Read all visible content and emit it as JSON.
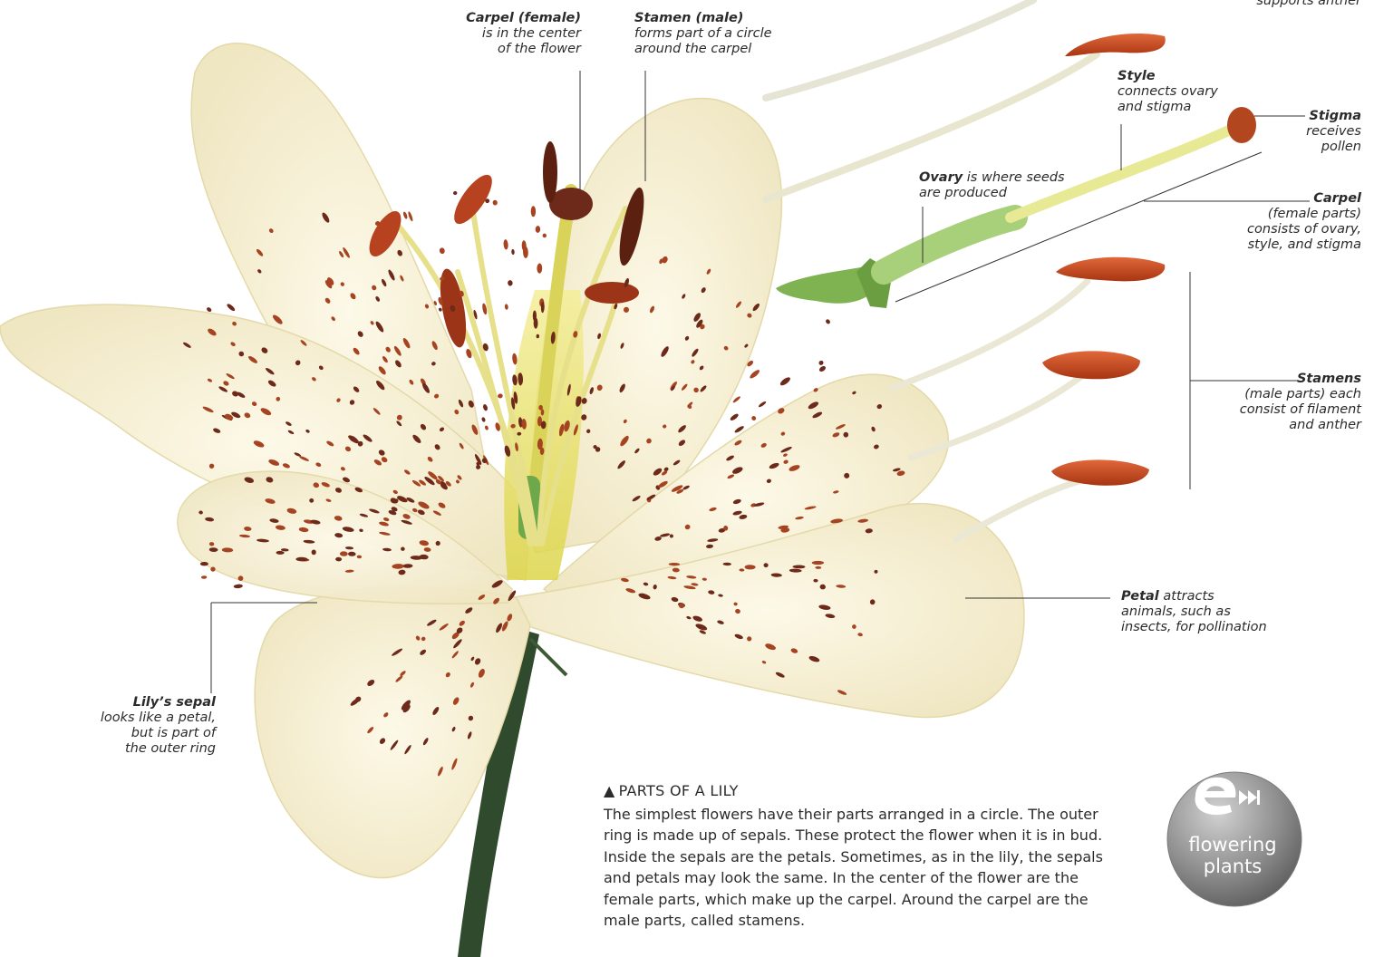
{
  "labels": {
    "supports_anther": "supports anther",
    "carpel_center": {
      "name": "Carpel (female)",
      "l1": "is in the center",
      "l2": "of the flower"
    },
    "stamen_male": {
      "name": "Stamen (male)",
      "l1": "forms part of a circle",
      "l2": "around the carpel"
    },
    "style": {
      "name": "Style",
      "l1": "connects ovary",
      "l2": "and stigma"
    },
    "stigma": {
      "name": "Stigma",
      "l1": "receives",
      "l2": "pollen"
    },
    "ovary": {
      "name": "Ovary",
      "l1": " is where seeds",
      "l2": "are produced"
    },
    "carpel_parts": {
      "name": "Carpel",
      "l1": "(female parts)",
      "l2": "consists of ovary,",
      "l3": "style, and stigma"
    },
    "stamens": {
      "name": "Stamens",
      "l1": "(male parts) each",
      "l2": "consist of filament",
      "l3": "and anther"
    },
    "petal": {
      "name": "Petal",
      "l1": " attracts",
      "l2": "animals, such as",
      "l3": "insects, for pollination"
    },
    "sepal": {
      "name": "Lily’s sepal",
      "l1": "looks like a petal,",
      "l2": "but is part of",
      "l3": "the outer ring"
    }
  },
  "caption": {
    "marker": "▲",
    "title": "PARTS OF A LILY",
    "body": "The simplest flowers have their parts arranged in a circle. The outer ring is made up of sepals. These protect the flower when it is in bud. Inside the sepals are the petals. Sometimes, as in the lily, the sepals and petals may look the same. In the center of the flower are the female parts, which make up the carpel. Around the carpel are the male parts, called stamens."
  },
  "badge": {
    "line1": "flowering",
    "line2": "plants",
    "icon": "e-link-icon"
  },
  "colors": {
    "petal": "#fbf6e2",
    "petal_shade": "#efe7c4",
    "throat": "#e9e26a",
    "spot": "#6d2a1a",
    "anther": "#c5461f",
    "stem": "#2f4a2c",
    "ovary_green": "#8cbe5c",
    "badge": "#8c8c8c"
  }
}
